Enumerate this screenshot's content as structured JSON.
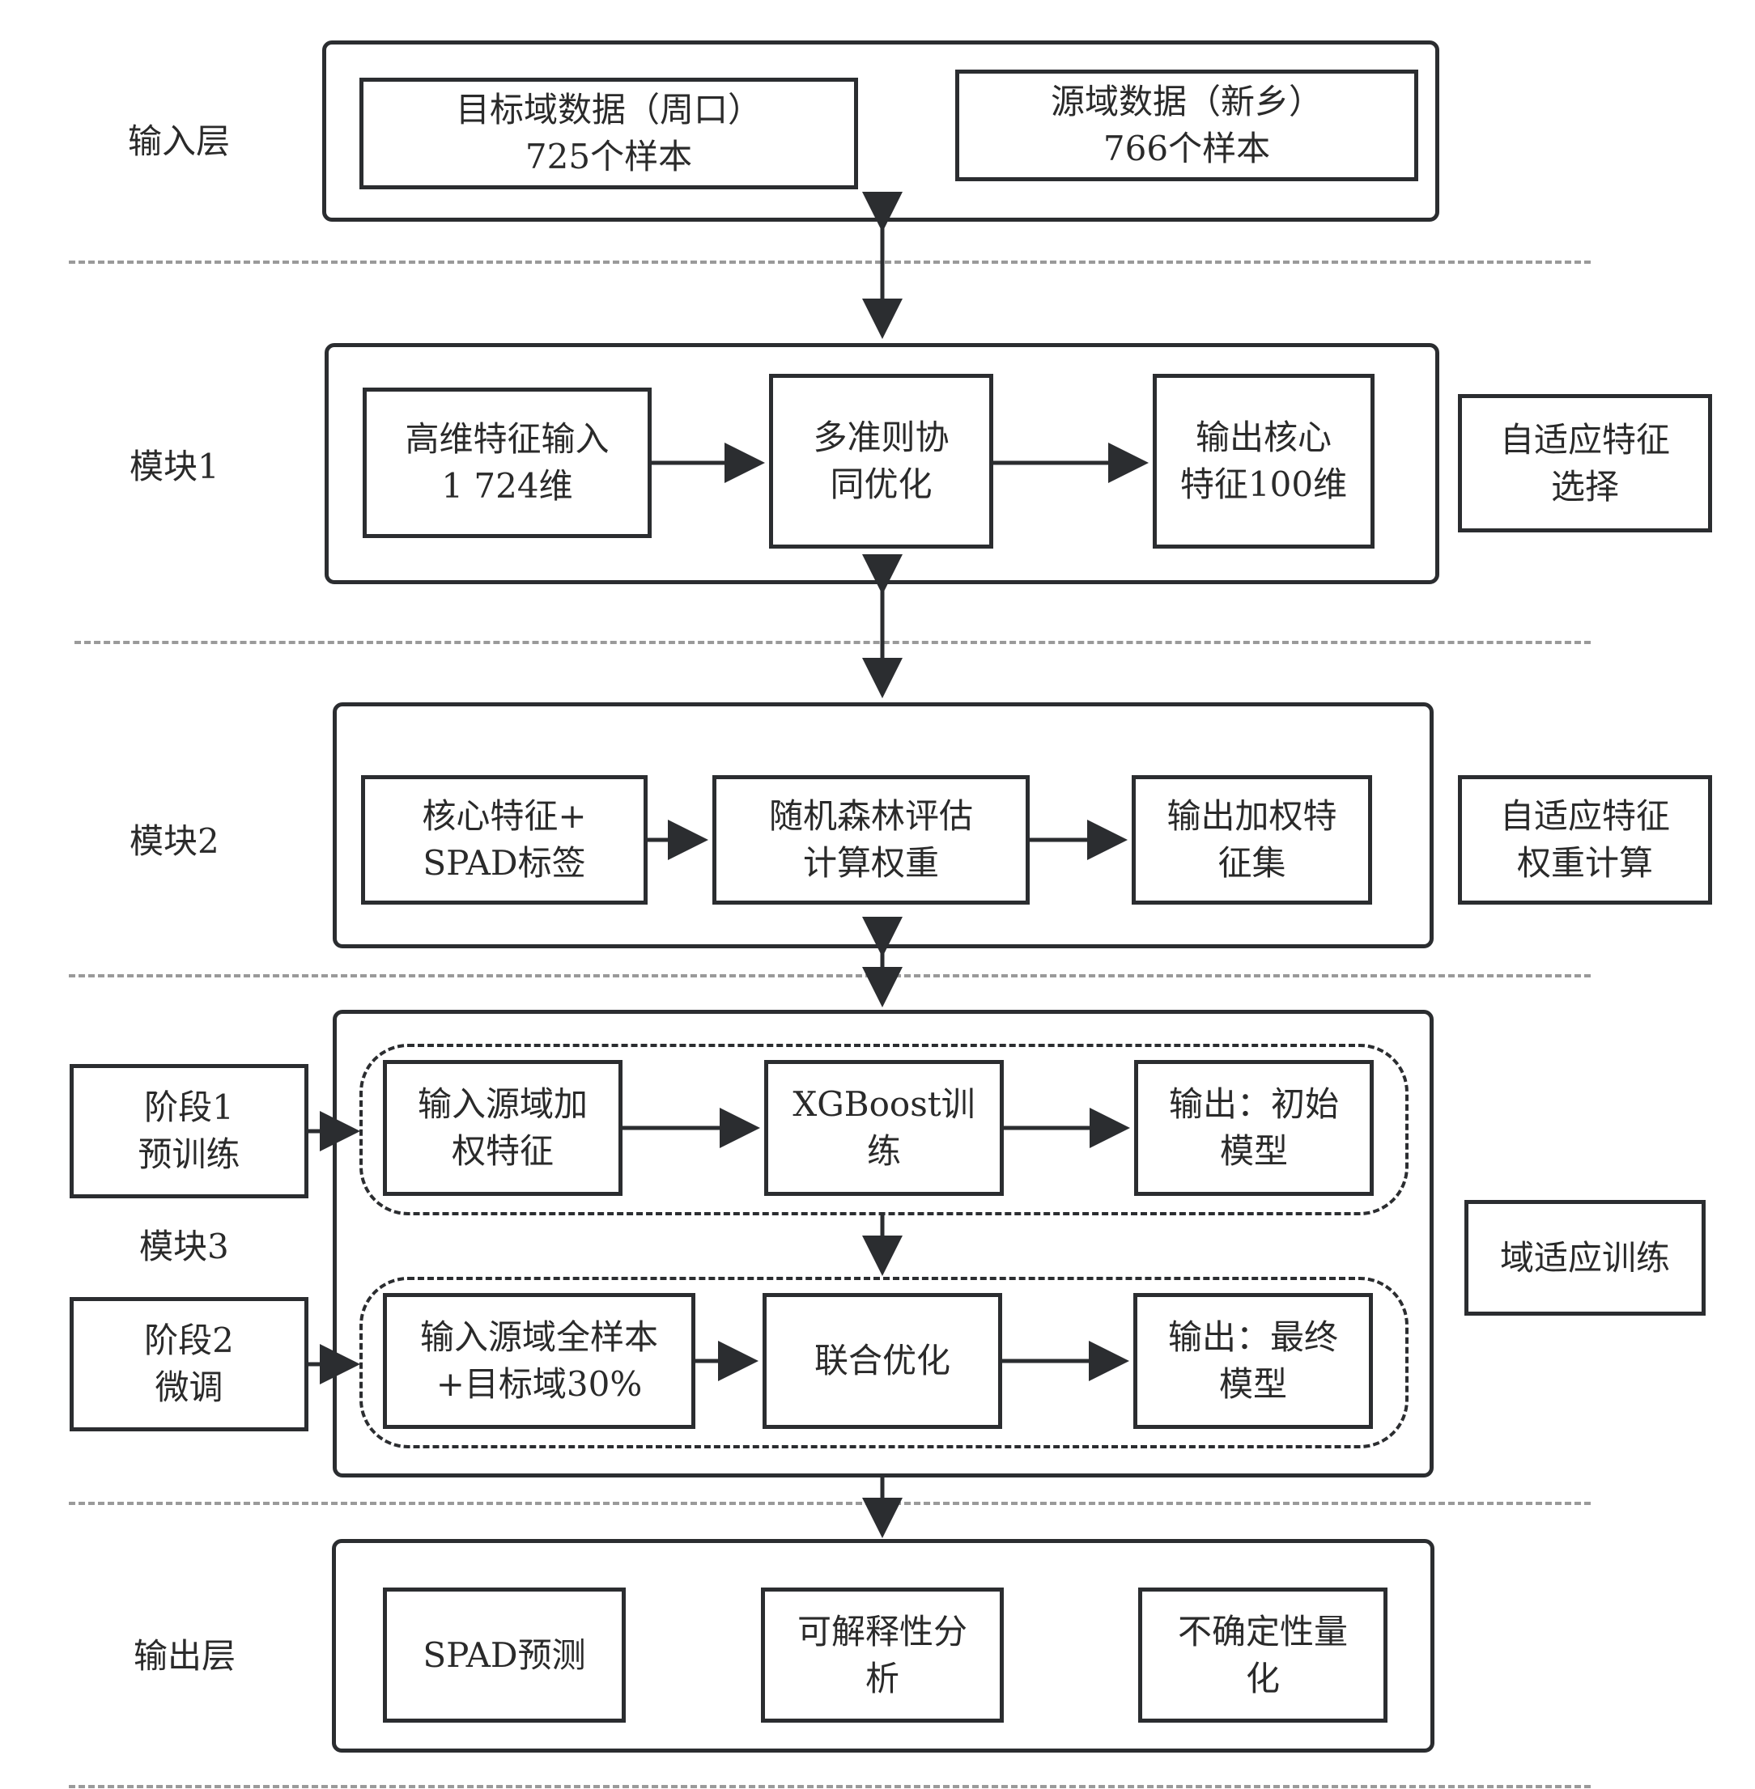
{
  "layers": {
    "input": {
      "label": "输入层",
      "target": {
        "line1": "目标域数据（周口）",
        "line2": "725个样本"
      },
      "source": {
        "line1": "源域数据（新乡）",
        "line2": "766个样本"
      }
    },
    "module1": {
      "label": "模块1",
      "steps": [
        {
          "line1": "高维特征输入",
          "line2": "1 724维"
        },
        {
          "line1": "多准则协",
          "line2": "同优化"
        },
        {
          "line1": "输出核心",
          "line2": "特征100维"
        }
      ],
      "side": {
        "line1": "自适应特征",
        "line2": "选择"
      }
    },
    "module2": {
      "label": "模块2",
      "steps": [
        {
          "line1": "核心特征+",
          "line2": "SPAD标签"
        },
        {
          "line1": "随机森林评估",
          "line2": "计算权重"
        },
        {
          "line1": "输出加权特",
          "line2": "征集"
        }
      ],
      "side": {
        "line1": "自适应特征",
        "line2": "权重计算"
      }
    },
    "module3": {
      "label": "模块3",
      "stage1": {
        "tag": {
          "line1": "阶段1",
          "line2": "预训练"
        },
        "steps": [
          {
            "line1": "输入源域加",
            "line2": "权特征"
          },
          {
            "line1": "XGBoost训",
            "line2": "练"
          },
          {
            "line1": "输出：初始",
            "line2": "模型"
          }
        ]
      },
      "stage2": {
        "tag": {
          "line1": "阶段2",
          "line2": "微调"
        },
        "steps": [
          {
            "line1": "输入源域全样本",
            "line2": "+目标域30%"
          },
          {
            "line1": "联合优化",
            "line2": ""
          },
          {
            "line1": "输出：最终",
            "line2": "模型"
          }
        ]
      },
      "side": {
        "line1": "域适应训练",
        "line2": ""
      }
    },
    "output": {
      "label": "输出层",
      "items": [
        {
          "line1": "SPAD预测",
          "line2": ""
        },
        {
          "line1": "可解释性分",
          "line2": "析"
        },
        {
          "line1": "不确定性量",
          "line2": "化"
        }
      ]
    }
  }
}
